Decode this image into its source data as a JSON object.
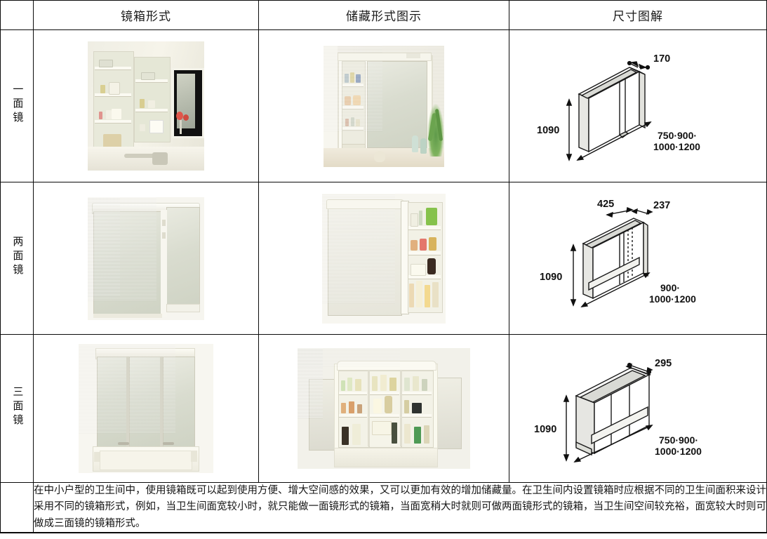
{
  "table": {
    "headers": {
      "corner": "",
      "col1": "镜箱形式",
      "col2": "储藏形式图示",
      "col3": "尺寸图解"
    },
    "rows": [
      {
        "label": "一面镜",
        "photo_mirror_alt": "一面镜箱打开的层板照片",
        "photo_storage_alt": "一面镜箱储藏形式照片",
        "dimensions": {
          "depth": "170",
          "height": "1090",
          "width_line1": "750·900·",
          "width_line2": "1000·1200"
        }
      },
      {
        "label": "两面镜",
        "photo_mirror_alt": "两面镜箱关闭照片",
        "photo_storage_alt": "两面镜箱右门打开照片",
        "dimensions": {
          "left": "425",
          "depth": "237",
          "height": "1090",
          "width_line1": "900·",
          "width_line2": "1000·1200"
        }
      },
      {
        "label": "三面镜",
        "photo_mirror_alt": "三面镜箱关闭照片",
        "photo_storage_alt": "三面镜箱三门全开照片",
        "dimensions": {
          "depth": "295",
          "height": "1090",
          "width_line1": "750·900·",
          "width_line2": "1000·1200"
        }
      }
    ],
    "caption": "在中小户型的卫生间中，使用镜箱既可以起到使用方便、增大空间感的效果，又可以更加有效的增加储藏量。在卫生间内设置镜箱时应根据不同的卫生间面积来设计采用不同的镜箱形式，例如，当卫生间面宽较小时，就只能做一面镜形式的镜箱，当面宽稍大时就则可做两面镜形式的镜箱，当卫生间空间较充裕，面宽较大时则可做成三面镜的镜箱形式。"
  },
  "colors": {
    "label_background": "#bcdde3",
    "border": "#0b0b0b",
    "page_background": "#ffffff",
    "diagram_line": "#1a1a1a",
    "diagram_fill": "#d9dad5"
  }
}
